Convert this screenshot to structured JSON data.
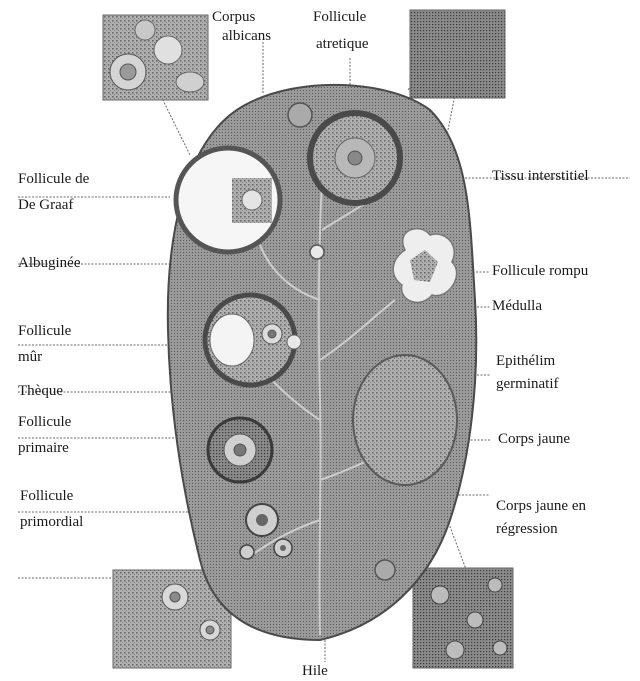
{
  "labels": {
    "corpus_albicans_1": "Corpus",
    "corpus_albicans_2": "albicans",
    "follicule_atretique_1": "Follicule",
    "follicule_atretique_2": "atretique",
    "follicule_de_graaf_1": "Follicule de",
    "follicule_de_graaf_2": "De Graaf",
    "albuginee": "Albuginée",
    "follicule_mur_1": "Follicule",
    "follicule_mur_2": "mûr",
    "theque": "Thèque",
    "follicule_primaire_1": "Follicule",
    "follicule_primaire_2": "primaire",
    "follicule_primordial_1": "Follicule",
    "follicule_primordial_2": "primordial",
    "tissu_interstitiel": "Tissu interstitiel",
    "follicule_rompu": "Follicule rompu",
    "medulla": "Médulla",
    "epithelium_1": "Epithélim",
    "epithelium_2": "germinatif",
    "corps_jaune": "Corps jaune",
    "corps_jaune_regression_1": "Corps jaune en",
    "corps_jaune_regression_2": "régression",
    "hile": "Hile"
  },
  "colors": {
    "ovary_fill": "#9c9c9c",
    "ovary_edge": "#4a4a4a",
    "inset_fill": "#b4b4b4",
    "line": "#6a6a6a"
  }
}
